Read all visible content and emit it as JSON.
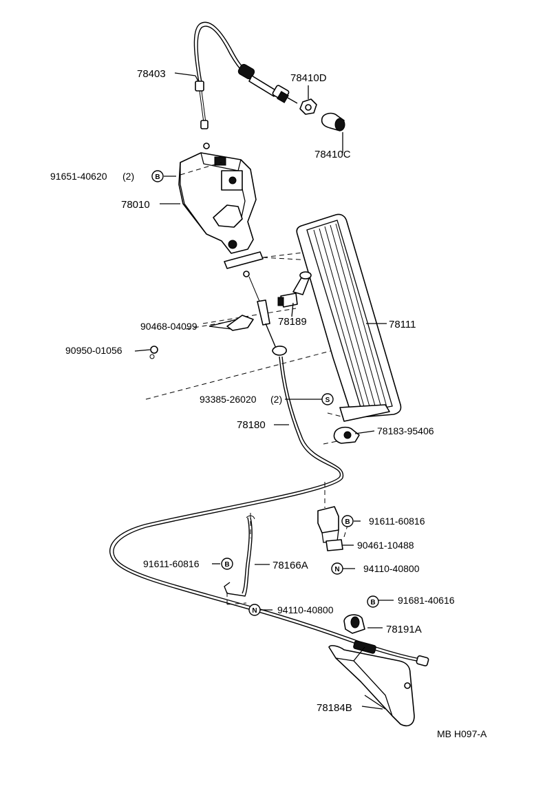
{
  "diagram": {
    "parts": {
      "p78403": "78403",
      "p78410D": "78410D",
      "p78410C": "78410C",
      "p91651": "91651-40620",
      "p91651_qty": "(2)",
      "p78010": "78010",
      "p78189": "78189",
      "p78111": "78111",
      "p90468": "90468-04099",
      "p90950": "90950-01056",
      "p93385": "93385-26020",
      "p93385_qty": "(2)",
      "p78180": "78180",
      "p78183": "78183-95406",
      "p91611_right": "91611-60816",
      "p90461": "90461-10488",
      "p94110_right": "94110-40800",
      "p91611_left": "91611-60816",
      "p78166A": "78166A",
      "p94110_left": "94110-40800",
      "p91681": "91681-40616",
      "p78191A": "78191A",
      "p78184B": "78184B"
    },
    "symbols": {
      "bolt": "B",
      "screw": "S",
      "nut": "N"
    },
    "drawing_code": "MB H097-A"
  }
}
